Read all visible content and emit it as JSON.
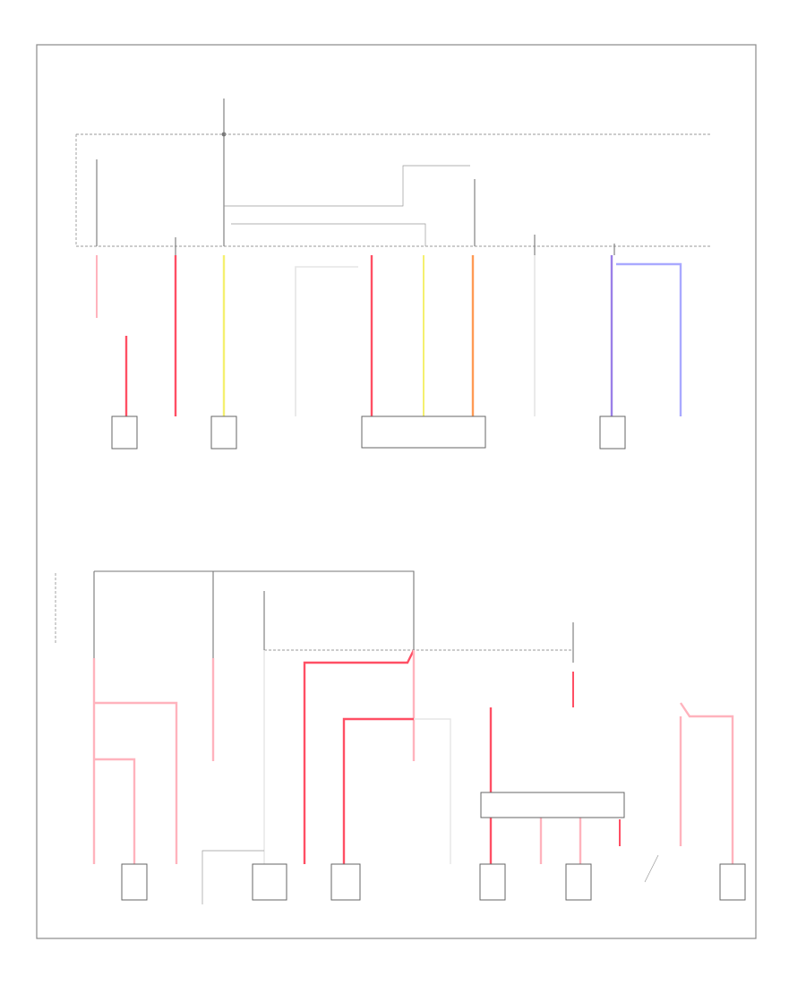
{
  "diagram": {
    "footer_code": "",
    "colors": {
      "red_wire": "#ff4f64",
      "pink_wire": "#ffb3bd",
      "yellow_wire": "#f4f070",
      "orange_wire": "#ff9a55",
      "violet_wire": "#9b7fe8",
      "lavender_wire": "#a9a9ff",
      "white_wire": "#e5e5e5",
      "frame": "#8a8a8a"
    },
    "top_section": {
      "source_label": "",
      "components": [
        {
          "id": "c1",
          "label": ""
        },
        {
          "id": "c2",
          "label": ""
        },
        {
          "id": "c3",
          "label": ""
        },
        {
          "id": "c4",
          "label": ""
        },
        {
          "id": "c5",
          "label": ""
        },
        {
          "id": "c6",
          "label": ""
        },
        {
          "id": "c7",
          "label": ""
        },
        {
          "id": "c8",
          "label": ""
        },
        {
          "id": "c9",
          "label": ""
        },
        {
          "id": "c10",
          "label": ""
        }
      ]
    },
    "bottom_section": {
      "components": [
        {
          "id": "b1",
          "label": ""
        },
        {
          "id": "b2",
          "label": ""
        },
        {
          "id": "b3",
          "label": ""
        },
        {
          "id": "b4",
          "label": ""
        },
        {
          "id": "b5",
          "label": ""
        },
        {
          "id": "b6",
          "label": ""
        },
        {
          "id": "b7",
          "label": ""
        },
        {
          "id": "b8",
          "label": ""
        },
        {
          "id": "b9",
          "label": ""
        },
        {
          "id": "b10",
          "label": ""
        },
        {
          "id": "b11",
          "label": ""
        },
        {
          "id": "b12",
          "label": ""
        },
        {
          "id": "b13",
          "label": ""
        },
        {
          "id": "b14",
          "label": ""
        }
      ]
    }
  }
}
